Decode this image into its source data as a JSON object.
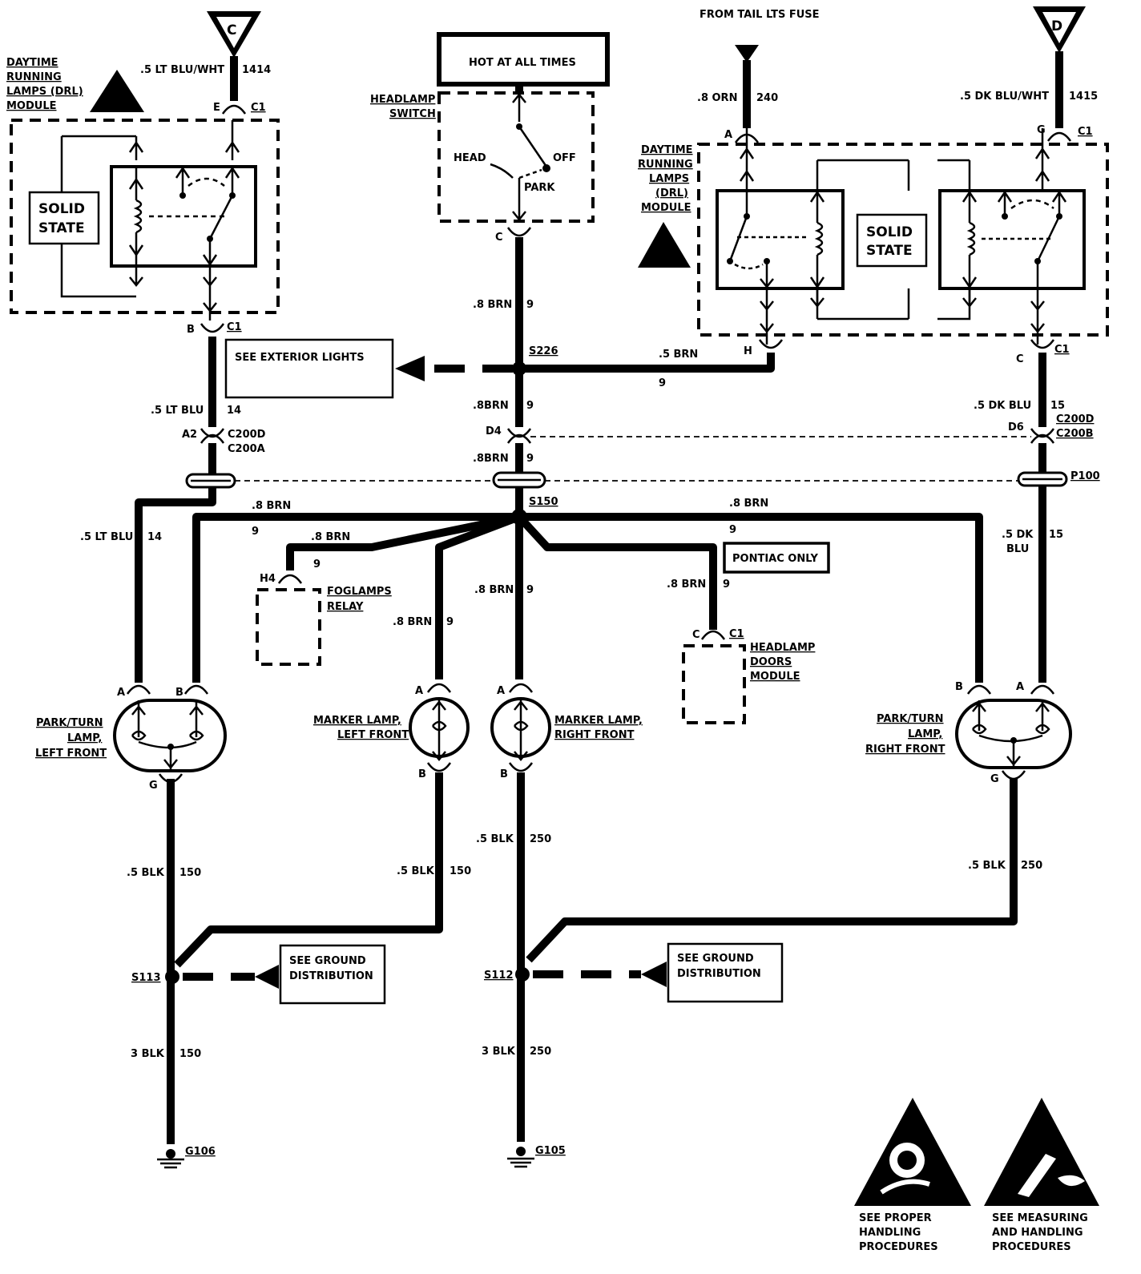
{
  "connectors": {
    "c": "C",
    "d": "D"
  },
  "top": {
    "from_tail_fuse": "FROM TAIL LTS FUSE",
    "hot_at_all_times": "HOT AT ALL TIMES"
  },
  "drl_left": {
    "title": [
      "DAYTIME",
      "RUNNING",
      "LAMPS (DRL)",
      "MODULE"
    ],
    "solid_state": [
      "SOLID",
      "STATE"
    ],
    "wire_in": ".5 LT BLU/WHT",
    "circuit_in": "1414",
    "pin_in": "E",
    "conn_in": "C1",
    "pin_out": "B",
    "conn_out": "C1"
  },
  "drl_right": {
    "title": [
      "DAYTIME",
      "RUNNING",
      "LAMPS",
      "(DRL)",
      "MODULE"
    ],
    "solid_state": [
      "SOLID",
      "STATE"
    ],
    "orn_wire": ".8 ORN",
    "orn_circuit": "240",
    "pin_a": "A",
    "wire_in": ".5 DK BLU/WHT",
    "circuit_in": "1415",
    "pin_g": "G",
    "conn_g": "C1",
    "pin_h": "H",
    "pin_c": "C",
    "conn_c": "C1"
  },
  "headlamp_switch": {
    "title": [
      "HEADLAMP",
      "SWITCH"
    ],
    "head": "HEAD",
    "off": "OFF",
    "park": "PARK",
    "pin_c": "C"
  },
  "center_wires": {
    "w1": ".8 BRN",
    "c1": "9",
    "s226": "S226",
    "brn5": ".5 BRN",
    "brn5_circuit": "9",
    "w2": ".8BRN",
    "c2": "9",
    "d4": "D4",
    "w3": ".8BRN",
    "c3": "9",
    "s150": "S150"
  },
  "see_exterior": "SEE EXTERIOR LIGHTS",
  "left_wires": {
    "w1": ".5 LT BLU",
    "c1": "14",
    "a2": "A2",
    "c200d": "C200D",
    "c200a": "C200A",
    "w2": ".5 LT BLU",
    "c2": "14",
    "brn": ".8  BRN",
    "brn_c": "9"
  },
  "right_wires": {
    "w1": ".5 DK BLU",
    "c1": "15",
    "d6": "D6",
    "c200d": "C200D",
    "c200b": "C200B",
    "p100": "P100",
    "w2a": ".5 DK",
    "w2b": "BLU",
    "c2": "15",
    "brn": ".8 BRN",
    "brn_c": "9"
  },
  "foglamps": {
    "wire": ".8  BRN",
    "circuit": "9",
    "pin": "H4",
    "title": [
      "FOGLAMPS",
      "RELAY"
    ]
  },
  "pontiac": {
    "label": "PONTIAC  ONLY",
    "wire": ".8 BRN",
    "circuit": "9",
    "pin": "C",
    "conn": "C1",
    "title": [
      "HEADLAMP",
      "DOORS",
      "MODULE"
    ]
  },
  "marker_left": {
    "wire": ".8 BRN",
    "circuit": "9",
    "pin_a": "A",
    "pin_b": "B",
    "title": [
      "MARKER LAMP,",
      "LEFT FRONT"
    ],
    "gnd_wire": ".5 BLK",
    "gnd_circuit": "150"
  },
  "marker_right": {
    "wire": ".8 BRN",
    "circuit": "9",
    "pin_a": "A",
    "pin_b": "B",
    "title": [
      "MARKER LAMP,",
      "RIGHT FRONT"
    ],
    "gnd_wire": ".5 BLK",
    "gnd_circuit": "250"
  },
  "park_left": {
    "pin_a": "A",
    "pin_b": "B",
    "pin_g": "G",
    "title": [
      "PARK/TURN",
      "LAMP,",
      "LEFT FRONT"
    ],
    "gnd_wire": ".5 BLK",
    "gnd_circuit": "150"
  },
  "park_right": {
    "pin_a": "A",
    "pin_b": "B",
    "pin_g": "G",
    "title": [
      "PARK/TURN",
      "LAMP,",
      "RIGHT FRONT"
    ],
    "gnd_wire": ".5 BLK",
    "gnd_circuit": "250"
  },
  "ground_left": {
    "splice": "S113",
    "see": [
      "SEE GROUND",
      "DISTRIBUTION"
    ],
    "wire": "3 BLK",
    "circuit": "150",
    "ground": "G106"
  },
  "ground_right": {
    "splice": "S112",
    "see": [
      "SEE GROUND",
      "DISTRIBUTION"
    ],
    "wire": "3 BLK",
    "circuit": "250",
    "ground": "G105"
  },
  "notes": {
    "handling": [
      "SEE PROPER",
      "HANDLING",
      "PROCEDURES"
    ],
    "measuring": [
      "SEE MEASURING",
      "AND HANDLING",
      "PROCEDURES"
    ]
  }
}
